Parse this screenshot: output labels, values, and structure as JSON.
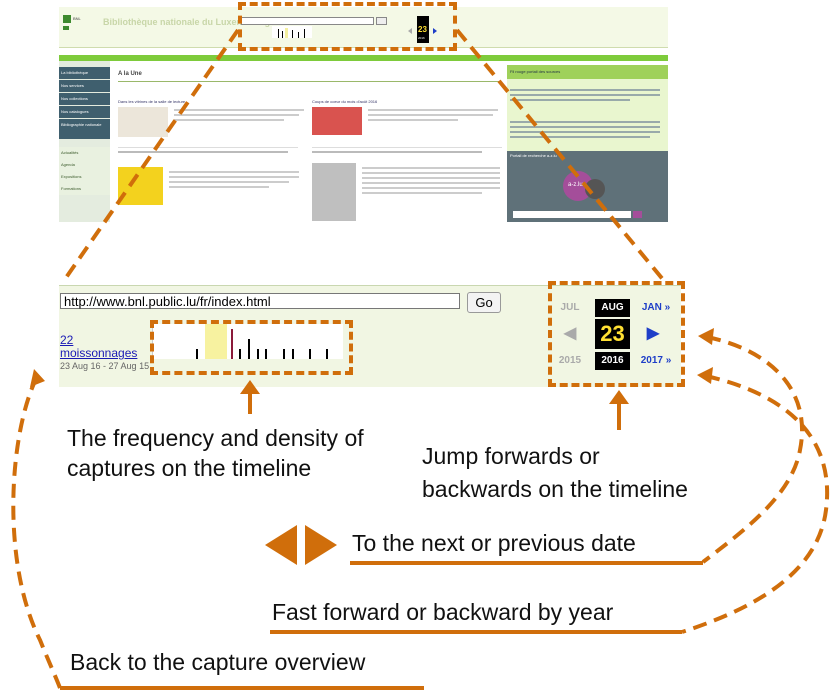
{
  "thumbnail": {
    "site_title": "Bibliothèque nationale du Luxembourg",
    "logo_text": "BNL",
    "page_heading": "A la Une",
    "news_left_title": "Dans les vitrines de la salle de lecture",
    "news_right_title": "Coups de coeur du mois d'août 2016",
    "sidebar_items": [
      "La bibliothèque",
      "Nos services",
      "Nos collections",
      "Nos catalogues",
      "Bibliographie nationale"
    ],
    "sidebar_light_items": [
      "Actualités",
      "Agenda",
      "Expositions",
      "Formations"
    ],
    "right_box_title": "Fil rouge portail des sources",
    "right_box2_title": "Portail de recherche a-z.lu",
    "right_box2_logo": "a-z.lu",
    "mini_day": "23",
    "mini_year": "2016"
  },
  "toolbar": {
    "url": "http://www.bnl.public.lu/fr/index.html",
    "go_label": "Go",
    "capture_count": "22",
    "capture_label": "moissonnages",
    "capture_range": "23 Aug 16 - 27 Aug 15"
  },
  "calendar": {
    "prev_month": "JUL",
    "cur_month": "AUG",
    "next_month": "JAN »",
    "day": "23",
    "prev_arrow": "◀",
    "next_arrow": "▶",
    "prev_year": "2015",
    "cur_year": "2016",
    "next_year": "2017 »"
  },
  "sparkline": {
    "values": [
      0,
      0,
      0,
      0,
      1,
      0,
      0,
      0,
      3,
      1,
      2,
      1,
      1,
      0,
      1,
      1,
      0,
      1,
      0,
      1
    ]
  },
  "captions": {
    "frequency": [
      "The frequency and density of",
      "captures on the timeline"
    ],
    "jump": [
      "Jump forwards or",
      "backwards on the timeline"
    ],
    "next_prev": "To the next or previous date",
    "by_year": "Fast forward or backward by year",
    "overview": "Back to the capture overview"
  },
  "icons": {
    "left_triangle": "left-triangle-icon",
    "right_triangle": "right-triangle-icon"
  },
  "colors": {
    "accent_orange": "#d06e0b",
    "toolbar_bg": "#f1f6e3",
    "link_blue": "#1a1ab5",
    "day_yellow": "#ffe033"
  }
}
